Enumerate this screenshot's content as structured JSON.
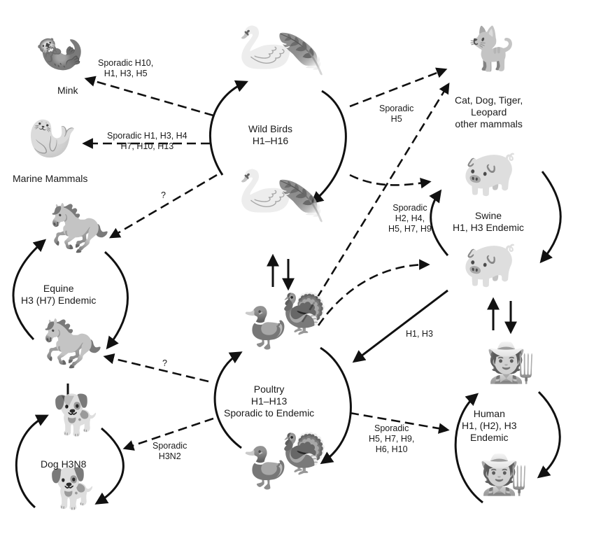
{
  "nodes": {
    "wild_birds": {
      "lines": [
        "Wild Birds",
        "H1–H16"
      ]
    },
    "mink": {
      "lines": [
        "Mink"
      ]
    },
    "marine": {
      "lines": [
        "Marine Mammals"
      ]
    },
    "cat": {
      "lines": [
        "Cat, Dog, Tiger,",
        "Leopard",
        "other mammals"
      ]
    },
    "swine": {
      "lines": [
        "Swine",
        "H1, H3 Endemic"
      ]
    },
    "equine": {
      "lines": [
        "Equine",
        "H3 (H7) Endemic"
      ]
    },
    "poultry": {
      "lines": [
        "Poultry",
        "H1–H13",
        "Sporadic to Endemic"
      ]
    },
    "dog": {
      "lines": [
        "Dog H3N8"
      ]
    },
    "human": {
      "lines": [
        "Human",
        "H1, (H2), H3",
        "Endemic"
      ]
    }
  },
  "edges": {
    "birds_mink": {
      "lines": [
        "Sporadic H10,",
        "H1, H3, H5"
      ]
    },
    "birds_marine": {
      "lines": [
        "Sporadic H1, H3, H4",
        "H7, H10, H13"
      ]
    },
    "birds_equine": {
      "lines": [
        "?"
      ]
    },
    "birds_cat": {
      "lines": [
        "Sporadic",
        "H5"
      ]
    },
    "poultry_swine": {
      "lines": [
        "Sporadic",
        "H2, H4,",
        "H5, H7, H9"
      ]
    },
    "swine_poultry": {
      "lines": [
        "H1, H3"
      ]
    },
    "poultry_equine": {
      "lines": [
        "?"
      ]
    },
    "poultry_dog": {
      "lines": [
        "Sporadic",
        "H3N2"
      ]
    },
    "poultry_human": {
      "lines": [
        "Sporadic",
        "H5, H7, H9,",
        "H6, H10"
      ]
    }
  },
  "icons": {
    "bird": "🦢",
    "heron": "🪶",
    "mink": "🦦",
    "seal": "🦭",
    "cat": "🐈",
    "pig": "🐖",
    "horse": "🐎",
    "dog": "🐕",
    "duck": "🦆",
    "turkey": "🦃",
    "human": "🧑‍🌾"
  }
}
